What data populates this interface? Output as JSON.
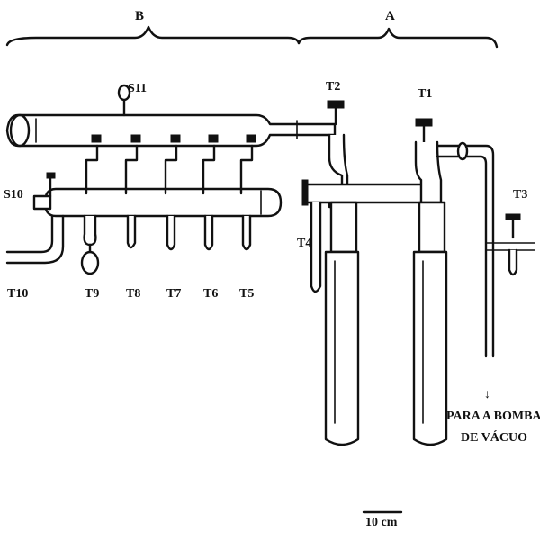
{
  "section_labels": {
    "b": "B",
    "a": "A"
  },
  "labels": {
    "s11": "S11",
    "s10": "S10",
    "t1": "T1",
    "t2": "T2",
    "t3": "T3",
    "t4": "T4",
    "t5": "T5",
    "t6": "T6",
    "t7": "T7",
    "t8": "T8",
    "t9": "T9",
    "t10": "T10"
  },
  "pump_note": {
    "arrow": "↓",
    "line1": "PARA A BOMBA",
    "line2": "DE VÁCUO"
  },
  "scale_bar": {
    "label": "10 cm"
  }
}
